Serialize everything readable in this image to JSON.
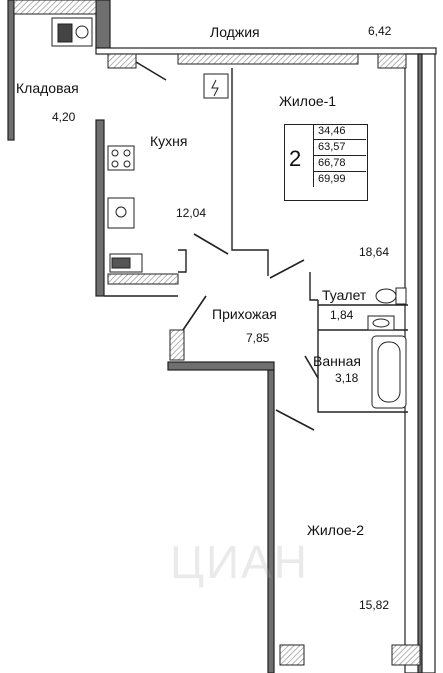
{
  "rooms": {
    "loggia": {
      "name": "Лоджия",
      "area": "6,42"
    },
    "storage": {
      "name": "Кладовая",
      "area": "4,20"
    },
    "kitchen": {
      "name": "Кухня",
      "area": "12,04"
    },
    "living1": {
      "name": "Жилое-1",
      "area": "18,64"
    },
    "hallway": {
      "name": "Прихожая",
      "area": "7,85"
    },
    "toilet": {
      "name": "Туалет",
      "area": "1,84"
    },
    "bathroom": {
      "name": "Ванная",
      "area": "3,18"
    },
    "living2": {
      "name": "Жилое-2",
      "area": "15,82"
    }
  },
  "summary": {
    "room_count": "2",
    "areas": [
      "34,46",
      "63,57",
      "66,78",
      "69,99"
    ]
  },
  "watermark": "ЦИАН",
  "colors": {
    "wall": "#6f6f6f",
    "hatch": "#9a9a9a",
    "line": "#222222"
  }
}
